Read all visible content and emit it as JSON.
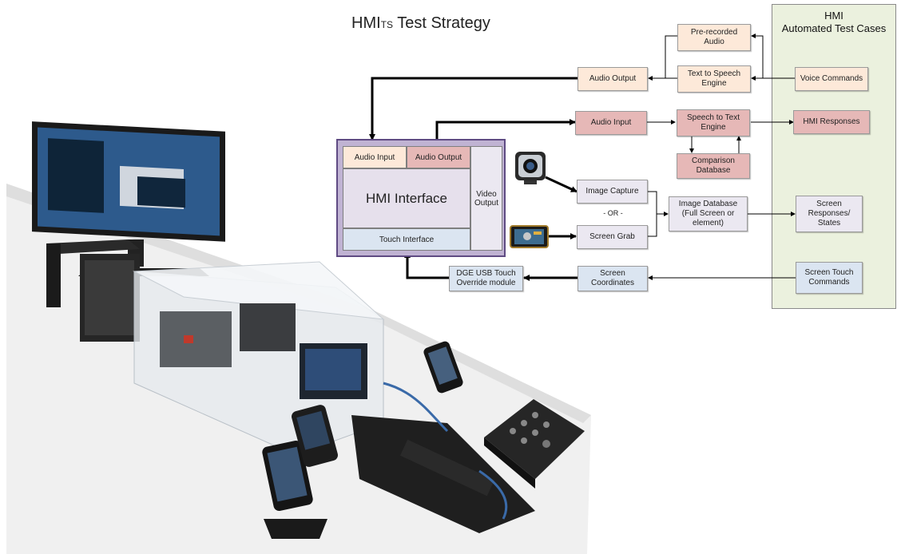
{
  "title": {
    "main": "HMI",
    "sub": "TS",
    "rest": " Test Strategy"
  },
  "panel": {
    "title": "HMI\nAutomated Test Cases"
  },
  "hmi": {
    "audio_input": "Audio Input",
    "audio_output": "Audio Output",
    "interface": "HMI Interface",
    "video_output": "Video\nOutput",
    "touch_interface": "Touch Interface"
  },
  "boxes": {
    "prerecorded_audio": "Pre-recorded\nAudio",
    "text_to_speech": "Text to Speech\nEngine",
    "voice_commands": "Voice Commands",
    "audio_output": "Audio Output",
    "audio_input": "Audio Input",
    "speech_to_text": "Speech to Text\nEngine",
    "hmi_responses": "HMI Responses",
    "comparison_db": "Comparison\nDatabase",
    "image_capture": "Image Capture",
    "or_label": "- OR -",
    "screen_grab": "Screen Grab",
    "image_db": "Image Database\n(Full Screen or\nelement)",
    "screen_responses": "Screen\nResponses/\nStates",
    "screen_touch": "Screen Touch\nCommands",
    "screen_coords": "Screen\nCoordinates",
    "dge_usb": "DGE USB Touch\nOverride module"
  },
  "colors": {
    "peach": "#fde9d9",
    "rose": "#e6b8b7",
    "lavender": "#ebe8f1",
    "blue": "#dbe5f1",
    "green_panel": "#ebf1de",
    "hmi_border": "#5f4b83"
  },
  "icons": [
    "webcam-icon",
    "screen-grab-icon"
  ]
}
